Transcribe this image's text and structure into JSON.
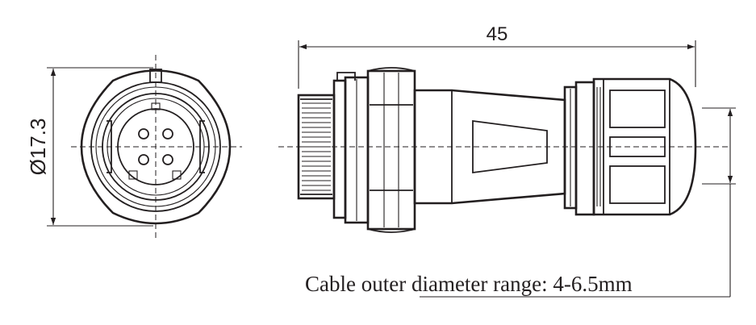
{
  "dimensions": {
    "length": "45",
    "diameter": "Ø17.3"
  },
  "note": "Cable outer  diameter range: 4-6.5mm",
  "colors": {
    "line": "#231f20",
    "background": "#ffffff"
  }
}
